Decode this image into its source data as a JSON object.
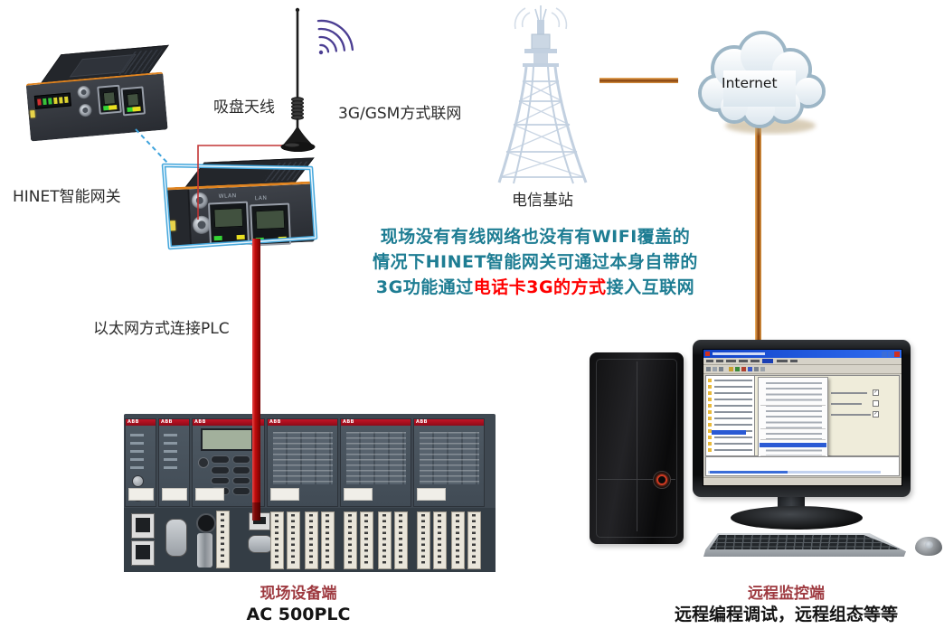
{
  "colors": {
    "note_teal": "#1e7d93",
    "note_red": "#ff0000",
    "caption_red": "#9e3a40",
    "orange_link": "#c87830",
    "ethernet_cable_red": "#c41020",
    "callout_blue": "#45a7dc",
    "wifi_purple": "#4b3e92",
    "tower_steel_blue": "#c2d0e0",
    "gateway_accent_orange": "#e08420"
  },
  "labels": {
    "hinet_gateway": "HINET智能网关",
    "suction_antenna": "吸盘天线",
    "g3_networking": "3G/GSM方式联网",
    "base_station": "电信基站",
    "internet": "Internet",
    "ethernet_to_plc": "以太网方式连接PLC"
  },
  "note": {
    "line1": "现场没有有线网络也没有有WIFI覆盖的",
    "line2": "情况下HINET智能网关可通过本身自带的",
    "line3_before": "3G功能通过",
    "line3_highlight": "电话卡3G的方式",
    "line3_after": "接入互联网"
  },
  "gateway": {
    "port_wlan": "WLAN",
    "port_lan": "LAN"
  },
  "plc_caption": {
    "brand": "ABB",
    "title": "现场设备端",
    "model": "AC 500PLC"
  },
  "remote_caption": {
    "title": "远程监控端",
    "subtitle": "远程编程调试，远程组态等等"
  }
}
